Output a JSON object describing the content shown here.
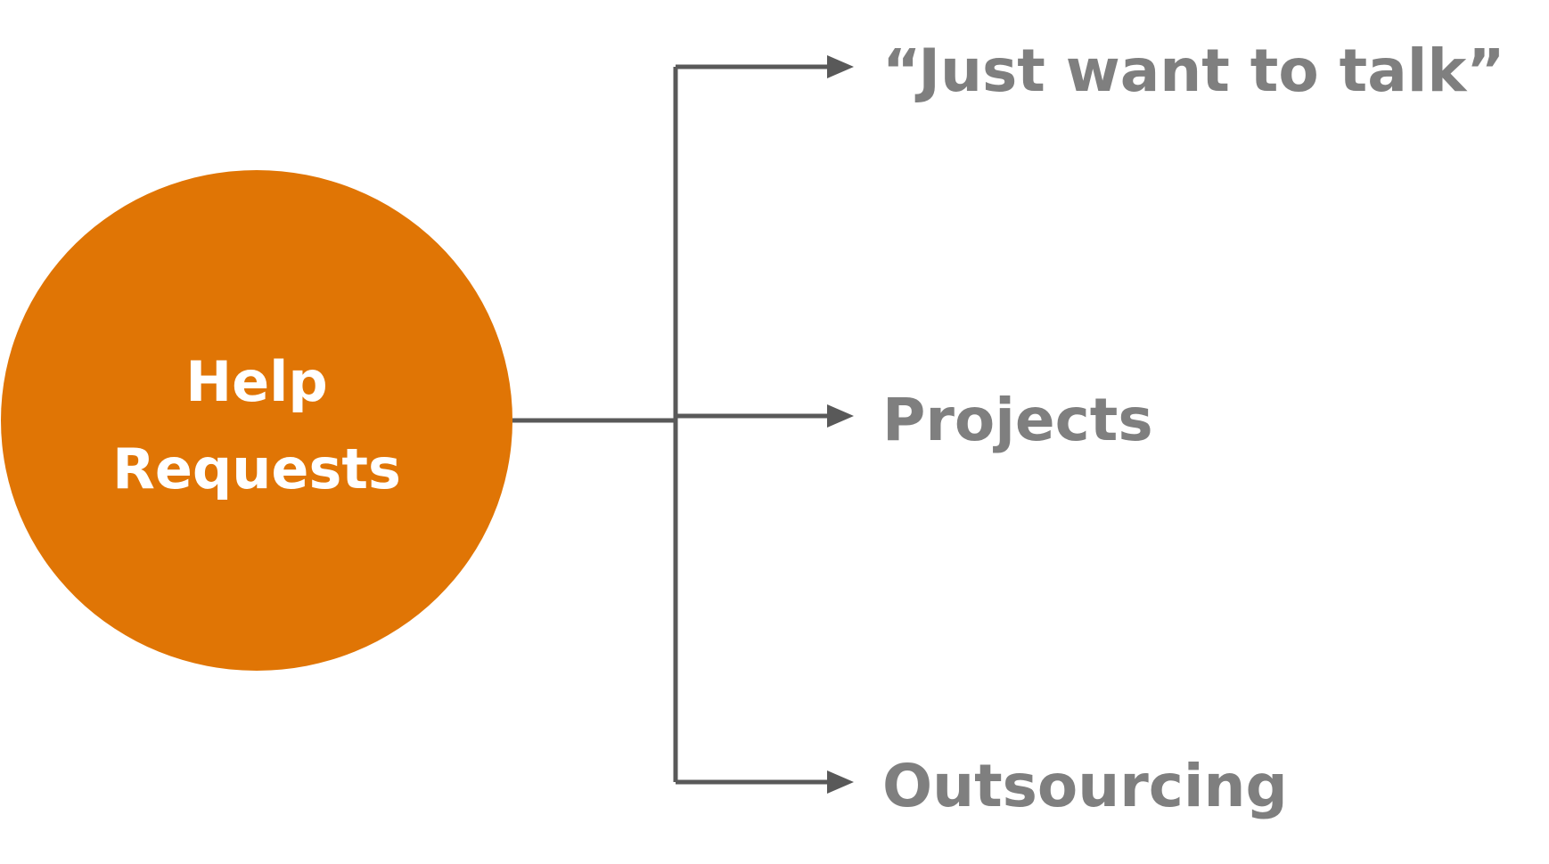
{
  "center": {
    "line1": "Help",
    "line2": "Requests",
    "fill_color": "#e07505",
    "text_color": "#ffffff"
  },
  "branches": [
    {
      "label": "“Just want to talk”"
    },
    {
      "label": "Projects"
    },
    {
      "label": "Outsourcing"
    }
  ],
  "colors": {
    "connector": "#595959",
    "branch_text": "#7f7f7f"
  }
}
